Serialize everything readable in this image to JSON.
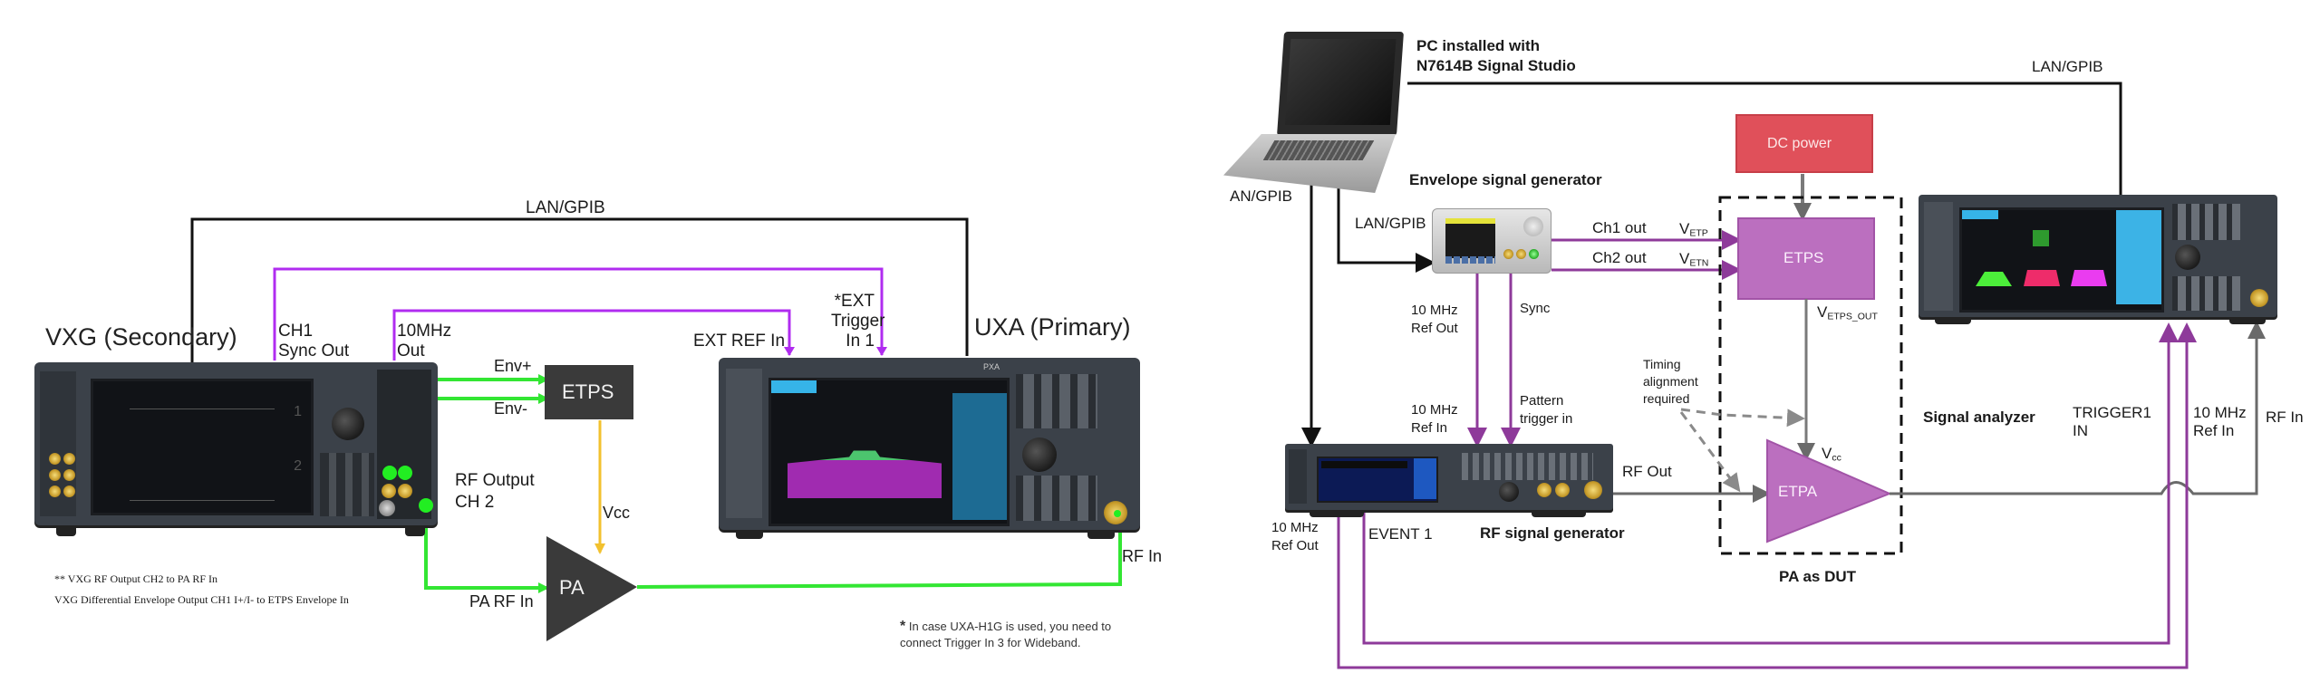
{
  "left_diagram": {
    "vxg_title": "VXG (Secondary)",
    "uxa_title": "UXA (Primary)",
    "lan_gpib": "LAN/GPIB",
    "ch1_sync_out": [
      "CH1",
      "Sync Out"
    ],
    "ten_mhz_out": [
      "10MHz",
      "Out"
    ],
    "ext_ref_in": "EXT REF In",
    "ext_trigger_in": [
      "*EXT",
      "Trigger",
      "In 1"
    ],
    "env_plus": "Env+",
    "env_minus": "Env-",
    "etps": "ETPS",
    "rf_output_ch2": [
      "RF Output",
      "CH 2"
    ],
    "vcc": "Vcc",
    "pa": "PA",
    "pa_rf_in": "PA RF In",
    "rf_in": "RF In",
    "note_1": "** VXG RF Output CH2 to PA RF In",
    "note_2": "VXG Differential Envelope Output CH1 I+/I- to ETPS Envelope In",
    "footnote_star": "*",
    "footnote": [
      "In case UXA-H1G is used, you need to",
      "connect Trigger In 3 for Wideband."
    ],
    "instrument_screens": {
      "vxg_channels": [
        "1",
        "2"
      ],
      "uxa_model": "PXA"
    }
  },
  "right_diagram": {
    "pc_label": [
      "PC installed with",
      "N7614B Signal Studio"
    ],
    "lan_gpib_top": "LAN/GPIB",
    "an_gpib": "AN/GPIB",
    "lan_gpib_env": "LAN/GPIB",
    "envelope_gen_title": "Envelope signal generator",
    "ch1_out": "Ch1 out",
    "ch2_out": "Ch2 out",
    "v_etp": {
      "main": "V",
      "sub": "ETP"
    },
    "v_etn": {
      "main": "V",
      "sub": "ETN"
    },
    "dc_power": "DC power",
    "etps": "ETPS",
    "v_etps_out": {
      "main": "V",
      "sub": "ETPS_OUT"
    },
    "vcc": {
      "main": "V",
      "sub": "cc"
    },
    "etpa": "ETPA",
    "ten_mhz_ref_out_env": [
      "10 MHz",
      "Ref Out"
    ],
    "sync": "Sync",
    "ten_mhz_ref_in_gen": [
      "10 MHz",
      "Ref In"
    ],
    "pattern_trigger_in": [
      "Pattern",
      "trigger in"
    ],
    "timing_alignment": [
      "Timing",
      "alignment",
      "required"
    ],
    "rf_out": "RF Out",
    "ten_mhz_ref_out_gen": [
      "10 MHz",
      "Ref Out"
    ],
    "event_1": "EVENT 1",
    "rf_signal_generator": "RF signal generator",
    "pa_as_dut": "PA as DUT",
    "signal_analyzer": "Signal analyzer",
    "trigger1_in": [
      "TRIGGER1",
      "IN"
    ],
    "ten_mhz_ref_in_sa": [
      "10 MHz",
      "Ref In"
    ],
    "rf_in": "RF In"
  },
  "colors": {
    "lan_line": "#111111",
    "sync_purple_left": "#b02cf0",
    "rf_green": "#33e633",
    "vcc_yellow": "#f2c12e",
    "box_dark": "#3a3a3a",
    "purple_right": "#8e3a9a",
    "etps_fill": "#bb6fbf",
    "dc_power_fill": "#e0505a",
    "gray_line": "#6a6a6a"
  }
}
